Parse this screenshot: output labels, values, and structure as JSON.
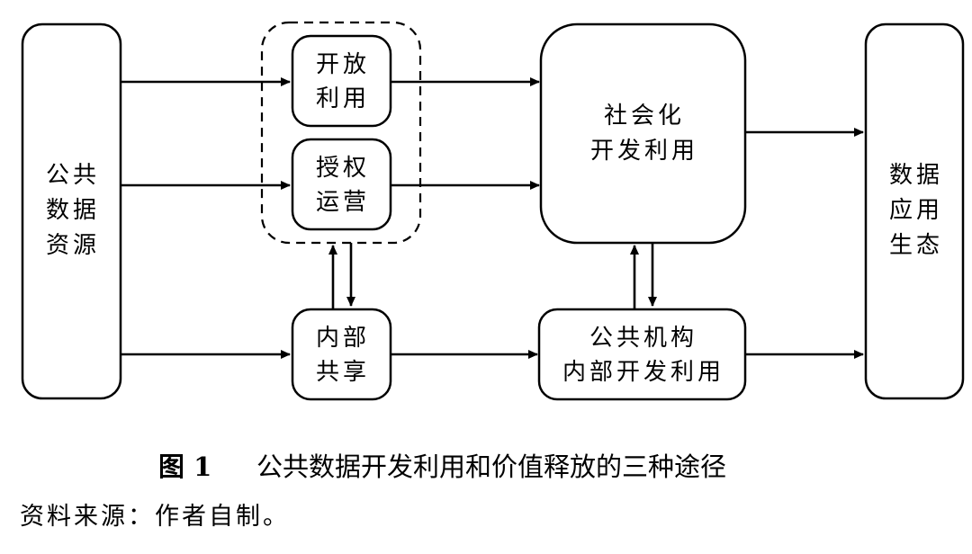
{
  "nodes": {
    "public_data": {
      "lines": [
        "公共",
        "数据",
        "资源"
      ]
    },
    "open_use": {
      "lines": [
        "开放",
        "利用"
      ]
    },
    "authorized_ops": {
      "lines": [
        "授权",
        "运营"
      ]
    },
    "internal_share": {
      "lines": [
        "内部",
        "共享"
      ]
    },
    "social_dev": {
      "lines": [
        "社会化",
        "开发利用"
      ]
    },
    "inst_dev": {
      "lines": [
        "公共机构",
        "内部开发利用"
      ]
    },
    "ecosystem": {
      "lines": [
        "数据",
        "应用",
        "生态"
      ]
    }
  },
  "caption": {
    "number": "图 1",
    "title": "公共数据开发利用和价值释放的三种途径"
  },
  "source_note": "资料来源：作者自制。"
}
